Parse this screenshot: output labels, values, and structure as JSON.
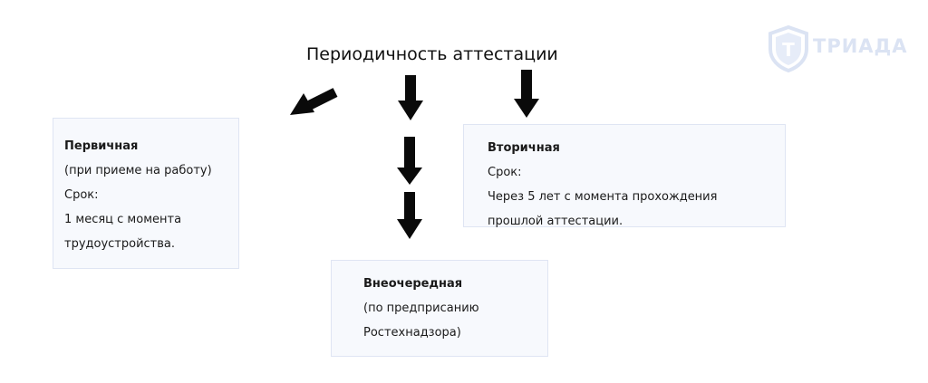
{
  "title": "Периодичность аттестации",
  "logo": {
    "text": "ТРИАДА",
    "emblem_letter": "Т",
    "color": "#dbe3f3"
  },
  "boxes": {
    "primary": {
      "heading": "Первичная",
      "lines": [
        "(при приеме на работу)",
        "Срок:",
        "1 месяц с момента",
        "трудоустройства."
      ]
    },
    "secondary": {
      "heading": "Вторичная",
      "lines": [
        "Срок:",
        "Через 5 лет с момента прохождения",
        "прошлой аттестации."
      ]
    },
    "extraordinary": {
      "heading": "Внеочередная",
      "lines": [
        "(по предприсанию",
        "Ростехнадзора)"
      ]
    }
  },
  "colors": {
    "box_fill": "#f7f9fd",
    "box_border": "#dfe5f3",
    "arrow": "#0a0a0a"
  }
}
